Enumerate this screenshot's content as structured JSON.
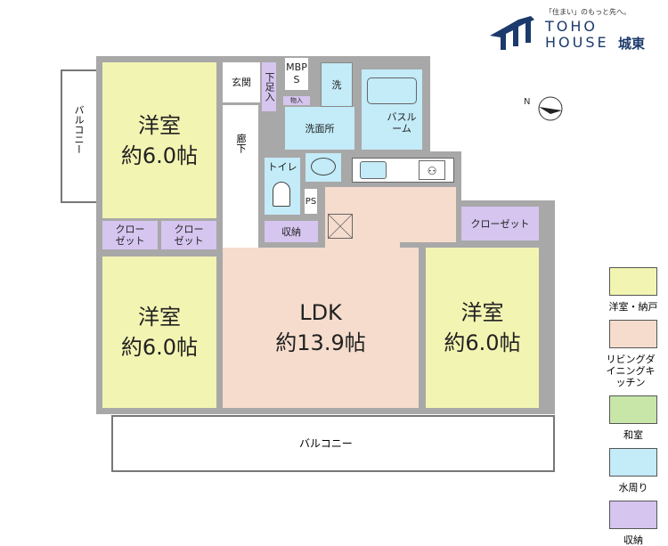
{
  "logo": {
    "tagline": "「住まい」のもっと先へ。",
    "line1": "TOHO",
    "line2": "HOUSE",
    "branch": "城東"
  },
  "rooms": {
    "western_top_left": {
      "name": "洋室",
      "size": "約6.0帖"
    },
    "western_bottom_left": {
      "name": "洋室",
      "size": "約6.0帖"
    },
    "western_right": {
      "name": "洋室",
      "size": "約6.0帖"
    },
    "ldk": {
      "name": "LDK",
      "size": "約13.9帖"
    },
    "closet1": "クローゼット",
    "closet2": "クローゼット",
    "closet3": "クローゼット",
    "entrance": "玄関",
    "shoe": "下足入",
    "mbps": "MBPS",
    "storage_small": "物入",
    "washroom": "洗面所",
    "washer": "洗",
    "bath": "バスルーム",
    "corridor": "廊下",
    "toilet": "トイレ",
    "ps": "PS",
    "storage": "収納"
  },
  "balcony_left": "バルコニー",
  "balcony_bottom": "バルコニー",
  "legend": [
    {
      "label": "洋室・納戸",
      "color": "#f2f4b2"
    },
    {
      "label": "リビングダイニングキッチン",
      "color": "#f5dccd"
    },
    {
      "label": "和室",
      "color": "#c8e6a8"
    },
    {
      "label": "水周り",
      "color": "#c3ebf8"
    },
    {
      "label": "収納",
      "color": "#d5c5ef"
    }
  ]
}
